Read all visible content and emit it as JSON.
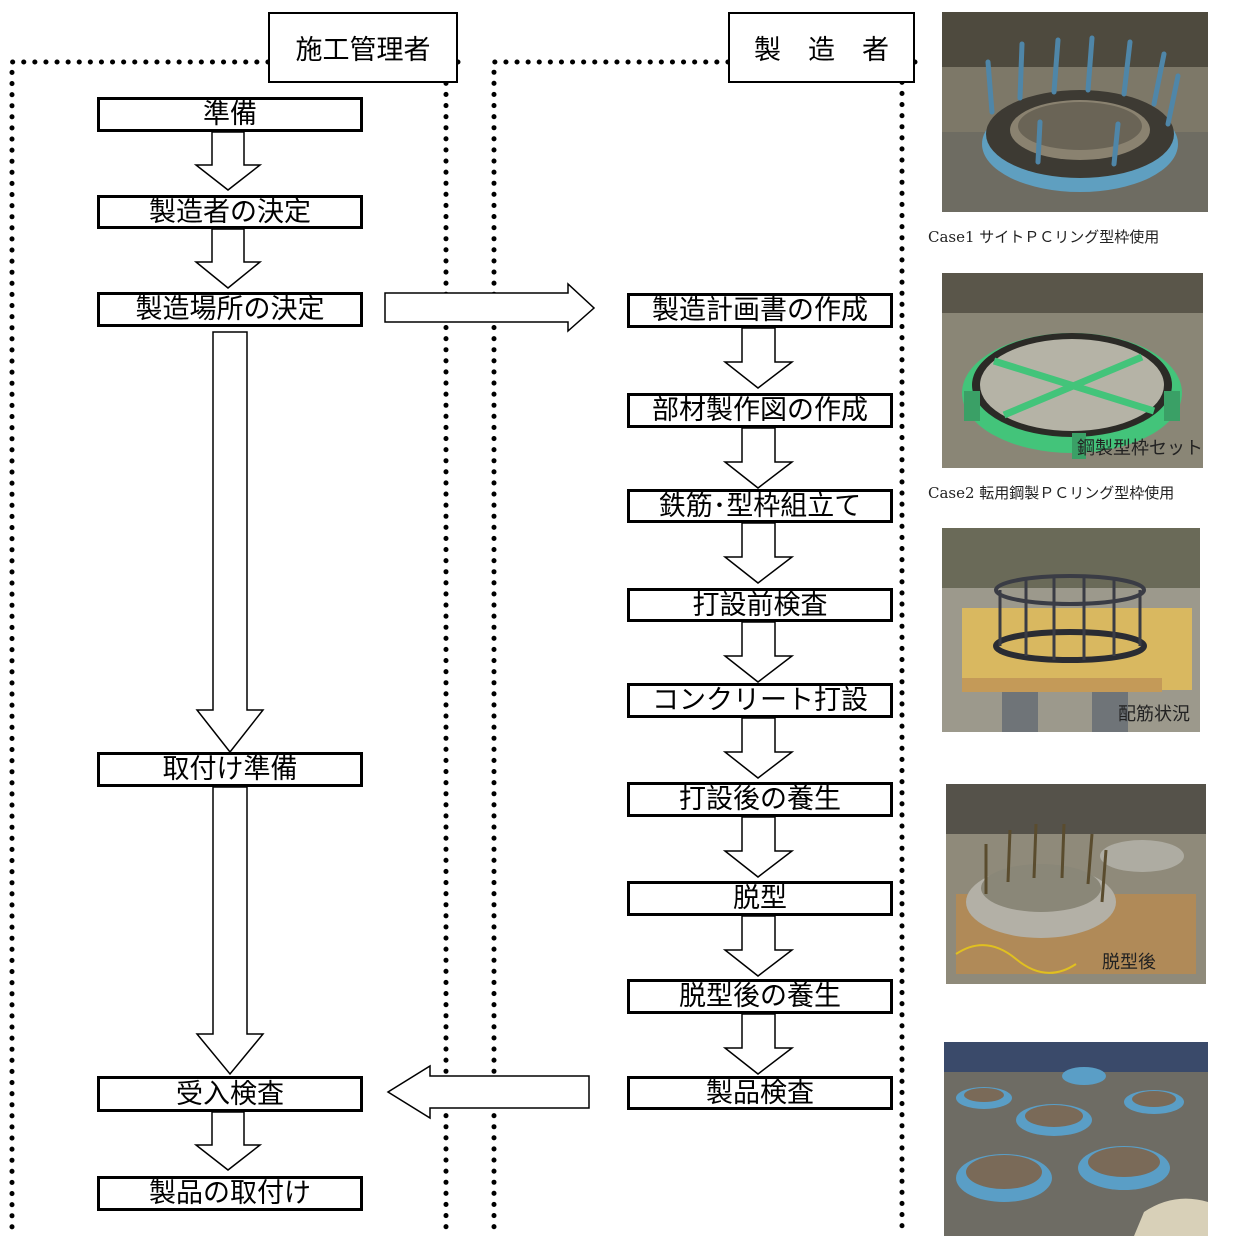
{
  "headers": {
    "left": "施工管理者",
    "right": "製　造　者"
  },
  "left_steps": {
    "prep": "準備",
    "manufacturer": "製造者の決定",
    "location": "製造場所の決定",
    "install_prep": "取付け準備",
    "acceptance": "受入検査",
    "install": "製品の取付け"
  },
  "right_steps": {
    "plan": "製造計画書の作成",
    "drawing": "部材製作図の作成",
    "assembly": "鉄筋･型枠組立て",
    "pre_inspection": "打設前検査",
    "pour": "コンクリート打設",
    "cure1": "打設後の養生",
    "demold": "脱型",
    "cure2": "脱型後の養生",
    "product_inspection": "製品検査"
  },
  "photos": {
    "case2_label": "鋼製型枠セット",
    "rebar_label": "配筋状況",
    "demold_label": "脱型後"
  },
  "captions": {
    "case1": "Case1 サイトＰＣリング型枠使用",
    "case2": "Case2 転用鋼製ＰＣリング型枠使用"
  }
}
